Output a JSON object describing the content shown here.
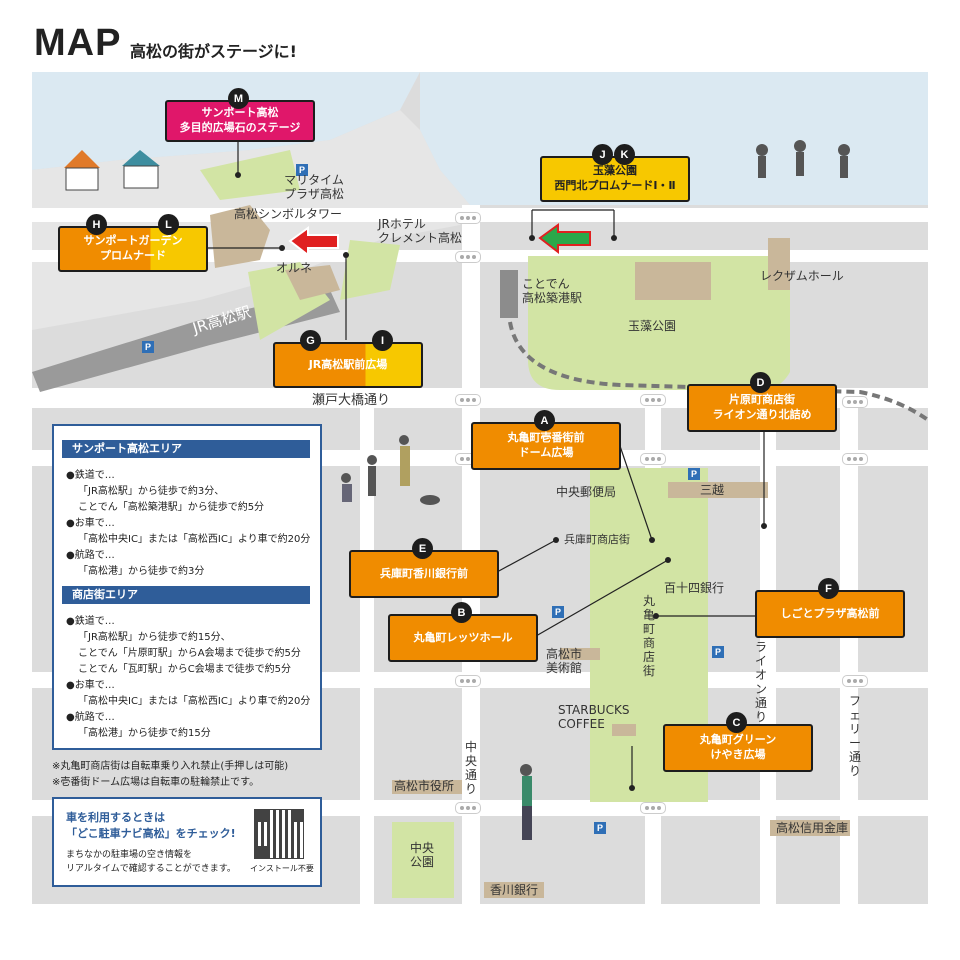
{
  "header": {
    "title": "MAP",
    "subtitle": "高松の街がステージに!"
  },
  "places": {
    "maritime": "マリタイム\nプラザ高松",
    "symbol_tower": "高松シンボルタワー",
    "jr_hotel": "JRホテル\nクレメント高松",
    "orune": "オルネ",
    "jr_station": "JR高松駅",
    "kotoden_station": "ことでん\n高松築港駅",
    "tamamo_park": "玉藻公園",
    "rexam_hall": "レクザムホール",
    "setoohashi_street": "瀬戸大橋通り",
    "central_post": "中央郵便局",
    "mitsukoshi": "三越",
    "hyogomachi": "兵庫町商店街",
    "hyakujushi": "百十四銀行",
    "marugame_shotengai": "丸亀町商店街",
    "art_museum": "高松市\n美術館",
    "starbucks": "STARBUCKS\nCOFFEE",
    "lion_street": "ライオン通り",
    "ferry_street": "フェリー通り",
    "chuo_street": "中央通り",
    "city_hall": "高松市役所",
    "shinkin": "高松信用金庫",
    "chuo_park": "中央\n公園",
    "kagawa_bank": "香川銀行"
  },
  "venues": {
    "M": {
      "letters": [
        "M"
      ],
      "name": "サンポート高松\n多目的広場石のステージ"
    },
    "HL": {
      "letters": [
        "H",
        "L"
      ],
      "name": "サンポートガーデン\nプロムナード"
    },
    "JK": {
      "letters": [
        "J",
        "K"
      ],
      "name": "玉藻公園\n西門北プロムナードⅠ・Ⅱ"
    },
    "GI": {
      "letters": [
        "G",
        "I"
      ],
      "name": "JR高松駅前広場"
    },
    "D": {
      "letters": [
        "D"
      ],
      "name": "片原町商店街\nライオン通り北詰め"
    },
    "A": {
      "letters": [
        "A"
      ],
      "name": "丸亀町壱番街前\nドーム広場"
    },
    "E": {
      "letters": [
        "E"
      ],
      "name": "兵庫町香川銀行前"
    },
    "B": {
      "letters": [
        "B"
      ],
      "name": "丸亀町レッツホール"
    },
    "F": {
      "letters": [
        "F"
      ],
      "name": "しごとプラザ高松前"
    },
    "C": {
      "letters": [
        "C"
      ],
      "name": "丸亀町グリーン\nけやき広場"
    }
  },
  "parking_label": "P",
  "info": {
    "sunport": {
      "heading": "サンポート高松エリア",
      "lines": [
        "●鉄道で…",
        "「JR高松駅」から徒歩で約3分、",
        "ことでん「高松築港駅」から徒歩で約5分",
        "●お車で…",
        "「高松中央IC」または「高松西IC」より車で約20分",
        "●航路で…",
        "「高松港」から徒歩で約3分"
      ]
    },
    "shotengai": {
      "heading": "商店街エリア",
      "lines": [
        "●鉄道で…",
        "「JR高松駅」から徒歩で約15分、",
        "ことでん「片原町駅」からA会場まで徒歩で約5分",
        "ことでん「瓦町駅」からC会場まで徒歩で約5分",
        "●お車で…",
        "「高松中央IC」または「高松西IC」より車で約20分",
        "●航路で…",
        "「高松港」から徒歩で約15分"
      ]
    }
  },
  "notes": [
    "※丸亀町商店街は自転車乗り入れ禁止(手押しは可能)",
    "※壱番街ドーム広場は自転車の駐輪禁止です。"
  ],
  "car_box": {
    "line1": "車を利用するときは",
    "line2": "「どこ駐車ナビ高松」をチェック!",
    "line3": "まちなかの駐車場の空き情報を",
    "line4": "リアルタイムで確認することができます。",
    "qr_caption": "インストール不要"
  },
  "colors": {
    "sea": "#dbe9f2",
    "road": "#ffffff",
    "block": "#dcdcdc",
    "park": "#d2e4a4",
    "orange": "#f08c00",
    "yellow": "#f7c800",
    "pink": "#e0176a",
    "blue": "#2f5d99",
    "arrow_red": "#e02020",
    "arrow_green": "#2aa84a"
  }
}
